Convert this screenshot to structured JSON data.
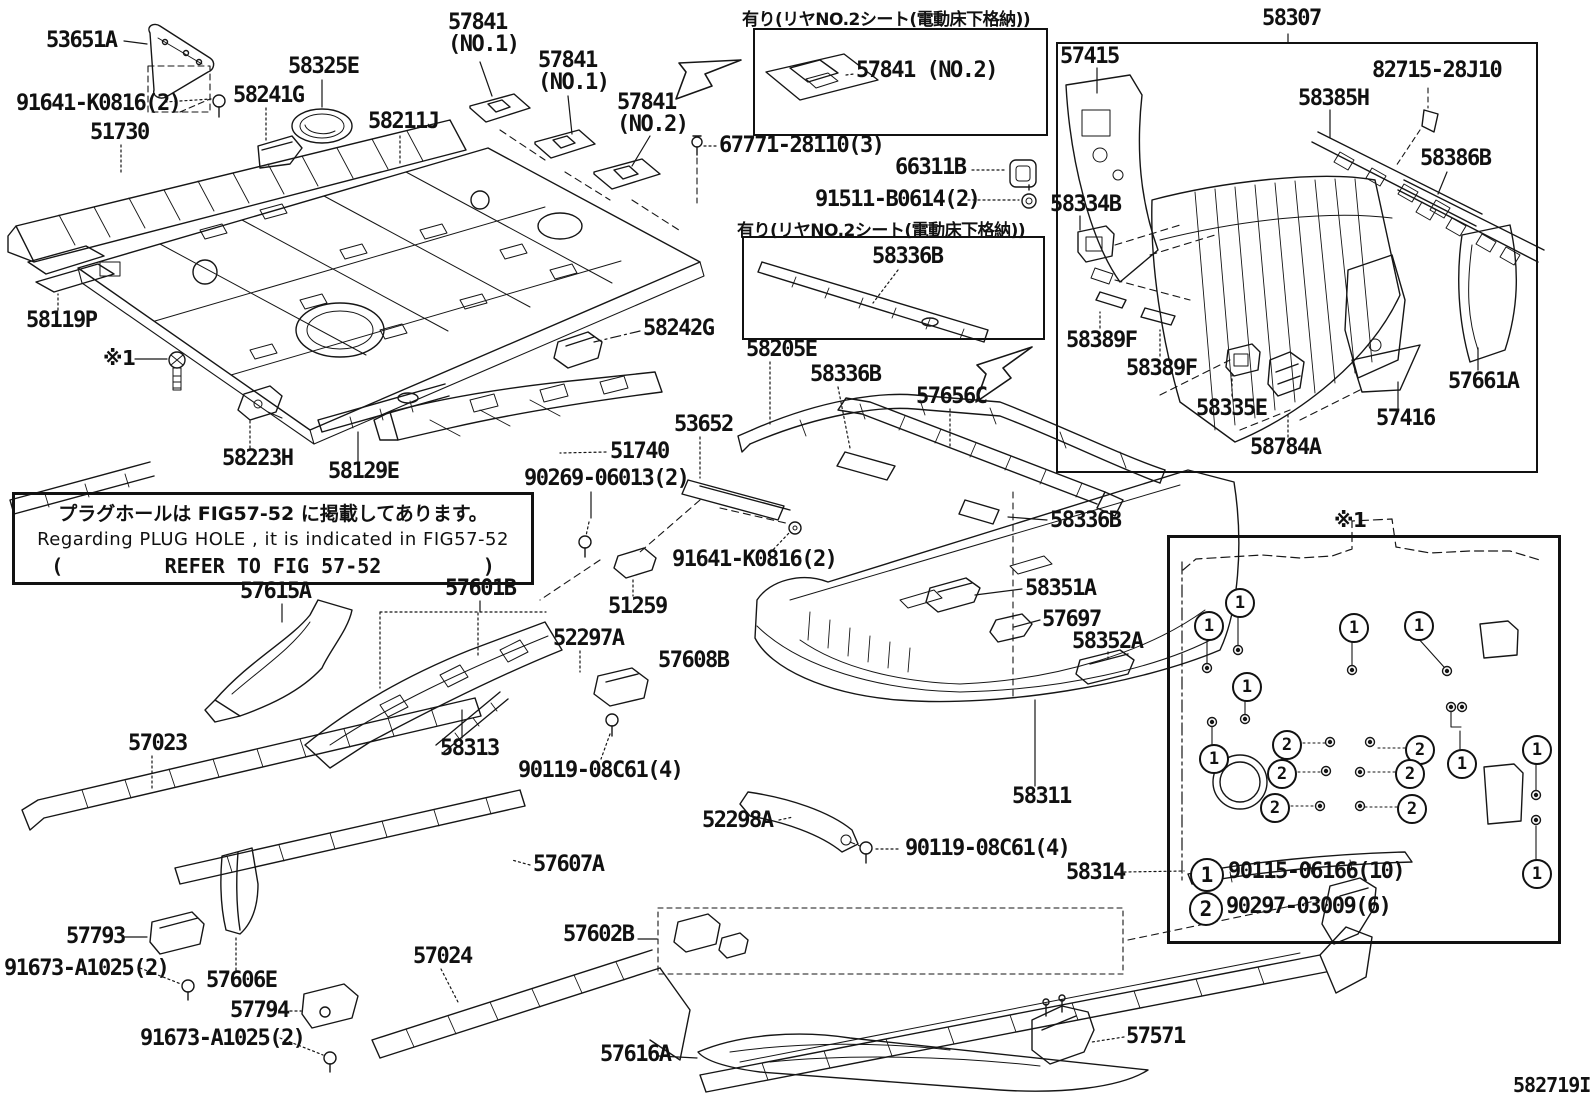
{
  "doc": {
    "page_code": "582719I",
    "ref_mark": "※1",
    "ref_mark_box": "※1"
  },
  "option_boxes": {
    "box1": {
      "title": "有り(リヤNO.2シート(電動床下格納))",
      "part": "57841 (NO.2)"
    },
    "box2": {
      "title": "有り(リヤNO.2シート(電動床下格納))",
      "part": "58336B"
    }
  },
  "plug_note": {
    "ja": "プラグホールは FIG57-52 に掲載してあります。",
    "en": "Regarding PLUG HOLE , it is indicated in FIG57-52",
    "ref_open": "(",
    "ref_text": "REFER TO FIG 57-52",
    "ref_close": ")"
  },
  "legend": {
    "items": [
      {
        "symbol": "1",
        "part_number": "90115-06166(10)"
      },
      {
        "symbol": "2",
        "part_number": "90297-03009(6)"
      }
    ]
  },
  "labels": {
    "l53651a": "53651A",
    "l91641_top": "91641-K0816(2)",
    "l51730": "51730",
    "l58241g": "58241G",
    "l58325e": "58325E",
    "l58211j": "58211J",
    "l57841_no1_a": "57841\n(NO.1)",
    "l57841_no1_b": "57841\n(NO.1)",
    "l57841_no2": "57841\n(NO.2)",
    "l67771": "67771-28110(3)",
    "l66311b": "66311B",
    "l91511": "91511-B0614(2)",
    "l58307": "58307",
    "l57415": "57415",
    "l82715": "82715-28J10",
    "l58385h": "58385H",
    "l58386b": "58386B",
    "l58334b": "58334B",
    "l58389f_a": "58389F",
    "l58389f_b": "58389F",
    "l58335e": "58335E",
    "l57661a": "57661A",
    "l57416": "57416",
    "l58784a": "58784A",
    "l58119p": "58119P",
    "l58223h": "58223H",
    "l58129e": "58129E",
    "l58242g": "58242G",
    "l51740": "51740",
    "l90269": "90269-06013(2)",
    "l53652": "53652",
    "l91641_mid": "91641-K0816(2)",
    "l51259": "51259",
    "l58205e": "58205E",
    "l58336b_mid": "58336B",
    "l57656c": "57656C",
    "l58336b_right": "58336B",
    "l58351a": "58351A",
    "l57697": "57697",
    "l58352a": "58352A",
    "l58311": "58311",
    "l58314": "58314",
    "l90119_right": "90119-08C61(4)",
    "l57615a": "57615A",
    "l57601b": "57601B",
    "l52297a": "52297A",
    "l58313": "58313",
    "l90119_left": "90119-08C61(4)",
    "l57608b": "57608B",
    "l57023": "57023",
    "l52298a": "52298A",
    "l57607a": "57607A",
    "l57793": "57793",
    "l91673_a": "91673-A1025(2)",
    "l57606e": "57606E",
    "l57794": "57794",
    "l91673_b": "91673-A1025(2)",
    "l57024": "57024",
    "l57602b": "57602B",
    "l57616a": "57616A",
    "l57571": "57571"
  }
}
